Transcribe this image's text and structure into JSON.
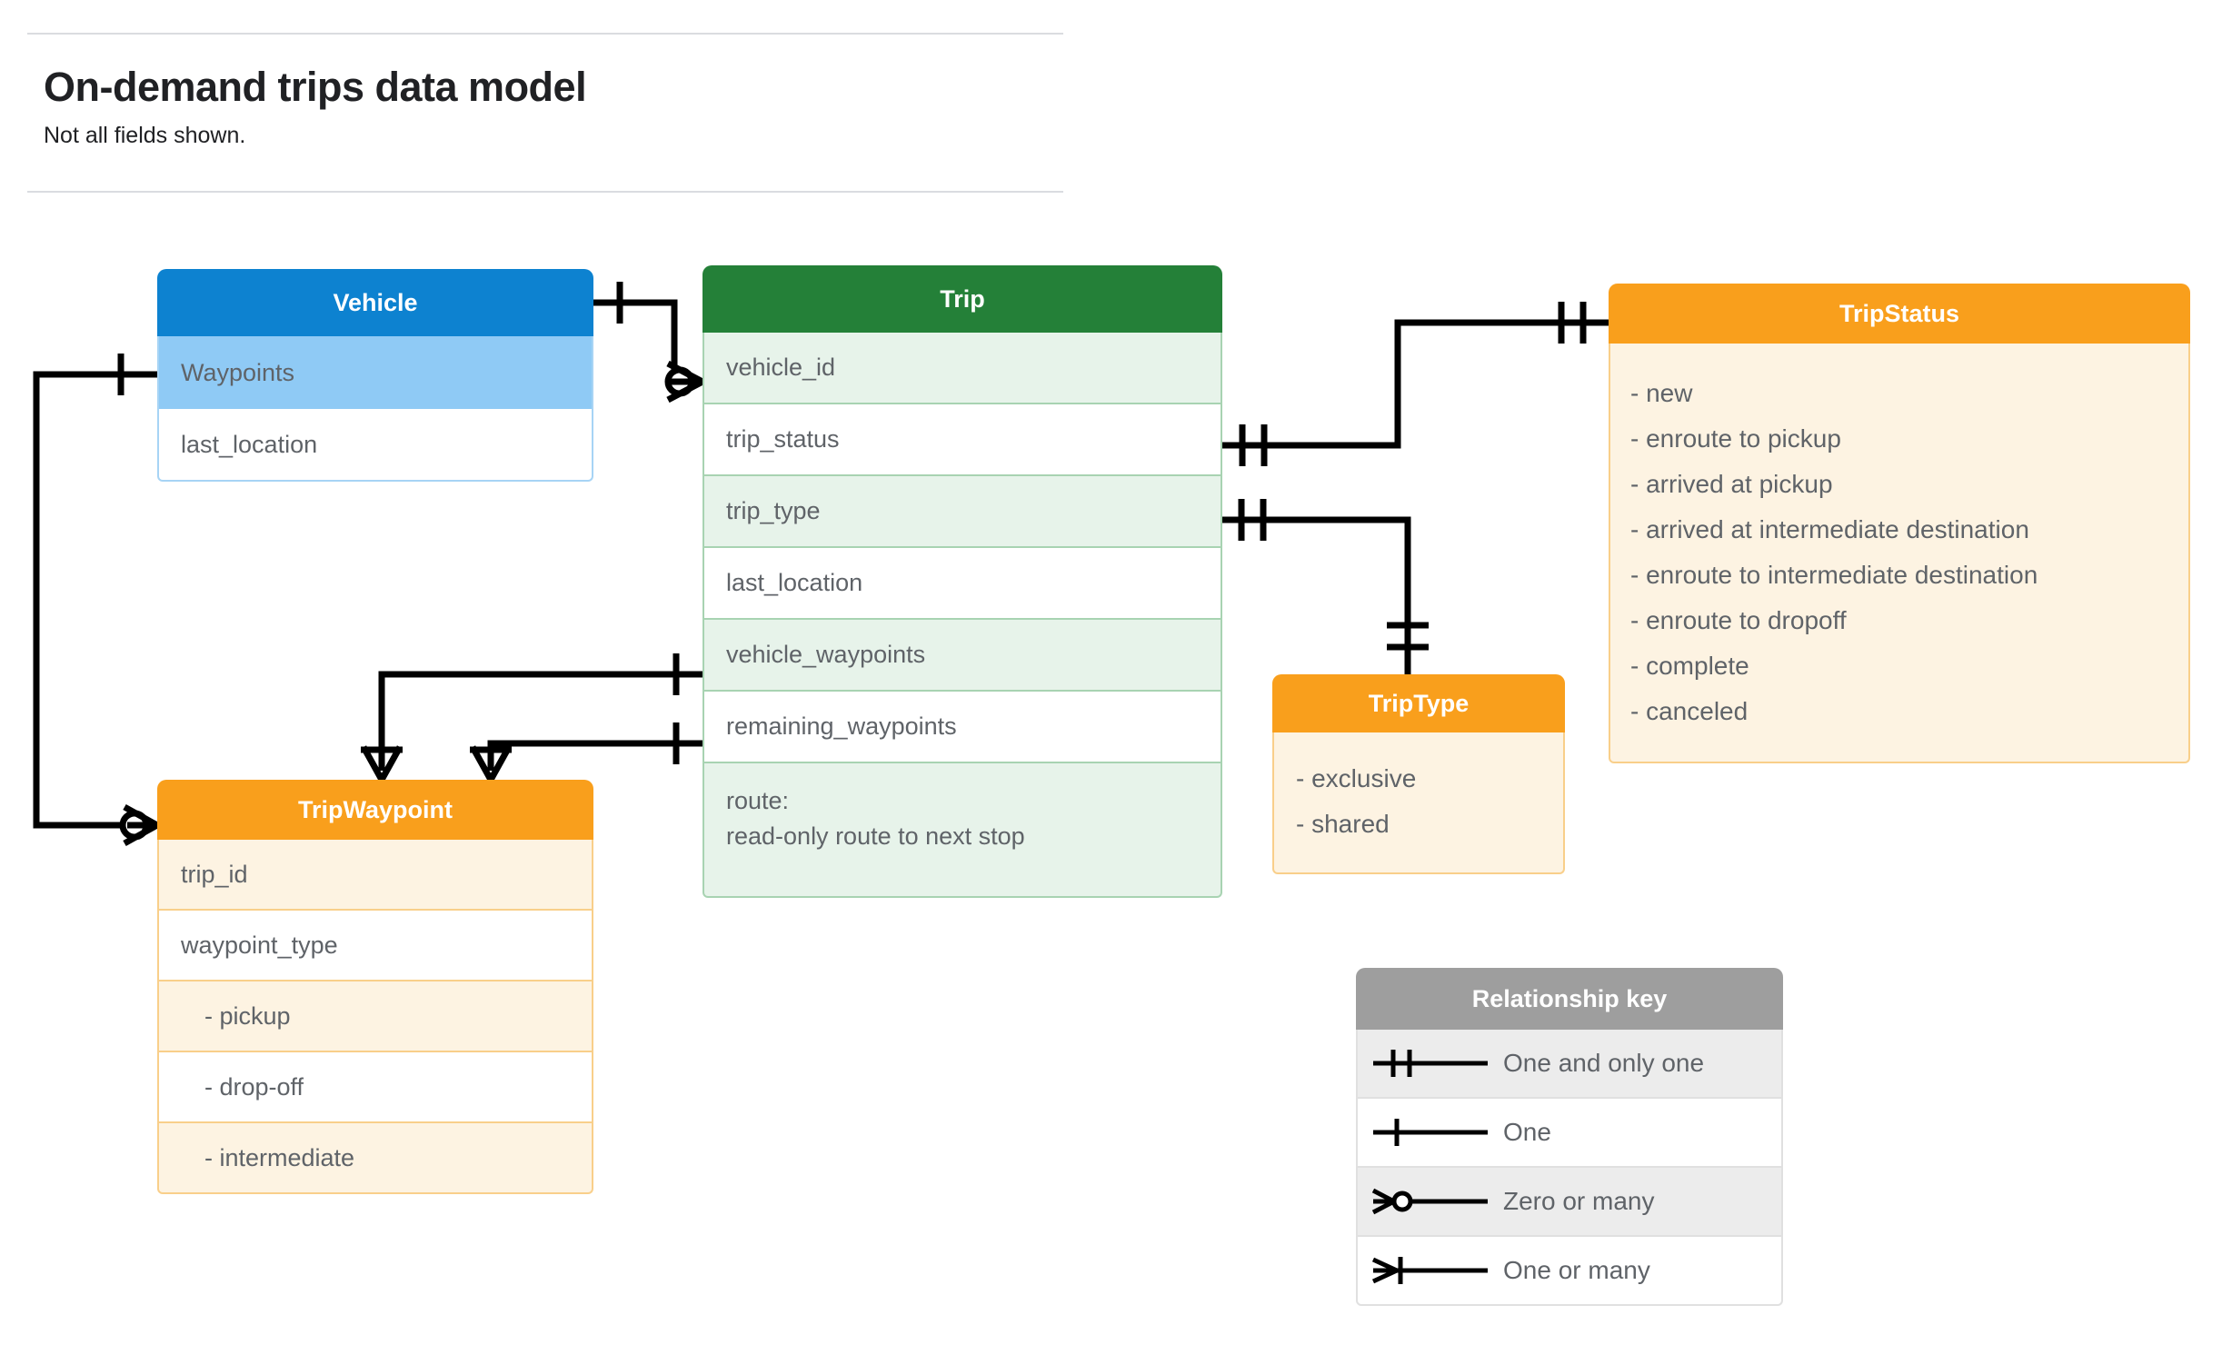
{
  "header": {
    "title": "On-demand trips data model",
    "subtitle": "Not all fields shown."
  },
  "entities": {
    "vehicle": {
      "name": "Vehicle",
      "header_color": "#0d82d0",
      "fields": [
        {
          "label": "Waypoints"
        },
        {
          "label": "last_location"
        }
      ]
    },
    "trip": {
      "name": "Trip",
      "header_color": "#248038",
      "fields": [
        {
          "label": "vehicle_id"
        },
        {
          "label": "trip_status"
        },
        {
          "label": "trip_type"
        },
        {
          "label": "last_location"
        },
        {
          "label": "vehicle_waypoints"
        },
        {
          "label": "remaining_waypoints"
        },
        {
          "label": "route:",
          "label2": "read-only route to next stop"
        }
      ]
    },
    "trip_waypoint": {
      "name": "TripWaypoint",
      "header_color": "#f99f1c",
      "fields": [
        {
          "label": "trip_id"
        },
        {
          "label": "waypoint_type"
        },
        {
          "label": "-  pickup"
        },
        {
          "label": "-  drop-off"
        },
        {
          "label": "-  intermediate"
        }
      ]
    },
    "trip_status": {
      "name": "TripStatus",
      "header_color": "#f99f1c",
      "values": [
        "- new",
        "- enroute to pickup",
        "- arrived at pickup",
        "- arrived at intermediate destination",
        "- enroute to intermediate destination",
        "- enroute to dropoff",
        "- complete",
        "- canceled"
      ]
    },
    "trip_type": {
      "name": "TripType",
      "header_color": "#f99f1c",
      "values": [
        "- exclusive",
        "- shared"
      ]
    }
  },
  "legend": {
    "title": "Relationship key",
    "items": [
      {
        "glyph": "one-and-only-one-icon",
        "label": "One and only one"
      },
      {
        "glyph": "one-icon",
        "label": "One"
      },
      {
        "glyph": "zero-or-many-icon",
        "label": "Zero or many"
      },
      {
        "glyph": "one-or-many-icon",
        "label": "One or many"
      }
    ]
  },
  "relationships": [
    {
      "from": "Vehicle",
      "from_card": "One",
      "to": "Trip.vehicle_id",
      "to_card": "Zero or many"
    },
    {
      "from": "Vehicle.Waypoints",
      "from_card": "One",
      "to": "TripWaypoint",
      "to_card": "Zero or many"
    },
    {
      "from": "Trip.trip_status",
      "from_card": "One and only one",
      "to": "TripStatus",
      "to_card": "One and only one"
    },
    {
      "from": "Trip.trip_type",
      "from_card": "One and only one",
      "to": "TripType",
      "to_card": "One and only one"
    },
    {
      "from": "Trip.vehicle_waypoints",
      "from_card": "One",
      "to": "TripWaypoint",
      "to_card": "One or many"
    },
    {
      "from": "Trip.remaining_waypoints",
      "from_card": "One",
      "to": "TripWaypoint",
      "to_card": "One or many"
    }
  ]
}
